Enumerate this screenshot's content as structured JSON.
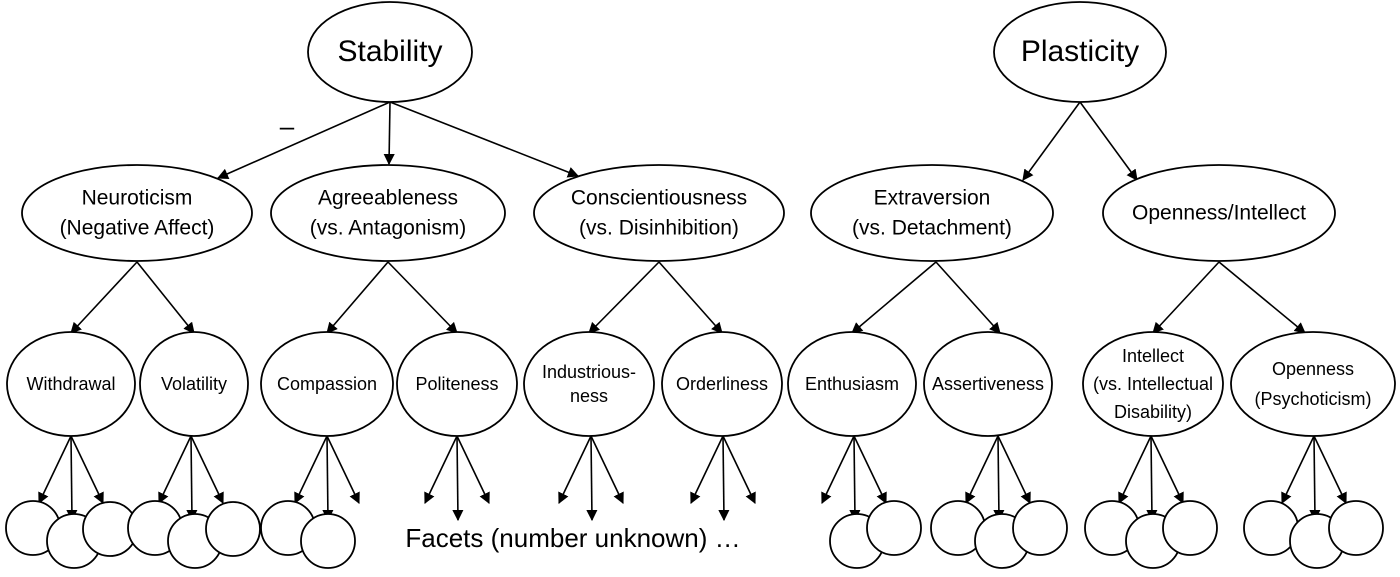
{
  "higher_order": {
    "stability": "Stability",
    "plasticity": "Plasticity"
  },
  "negative_sign": "–",
  "traits": {
    "neuroticism": [
      "Neuroticism",
      "(Negative Affect)"
    ],
    "agreeableness": [
      "Agreeableness",
      "(vs. Antagonism)"
    ],
    "conscientiousness": [
      "Conscientiousness",
      "(vs. Disinhibition)"
    ],
    "extraversion": [
      "Extraversion",
      "(vs. Detachment)"
    ],
    "openness_intellect": [
      "Openness/Intellect"
    ]
  },
  "aspects": {
    "withdrawal": [
      "Withdrawal"
    ],
    "volatility": [
      "Volatility"
    ],
    "compassion": [
      "Compassion"
    ],
    "politeness": [
      "Politeness"
    ],
    "industriousness": [
      "Industrious-",
      "ness"
    ],
    "orderliness": [
      "Orderliness"
    ],
    "enthusiasm": [
      "Enthusiasm"
    ],
    "assertiveness": [
      "Assertiveness"
    ],
    "intellect": [
      "Intellect",
      "(vs. Intellectual",
      "Disability)"
    ],
    "openness": [
      "Openness",
      "(Psychoticism)"
    ]
  },
  "facets_caption": "Facets (number unknown) …"
}
